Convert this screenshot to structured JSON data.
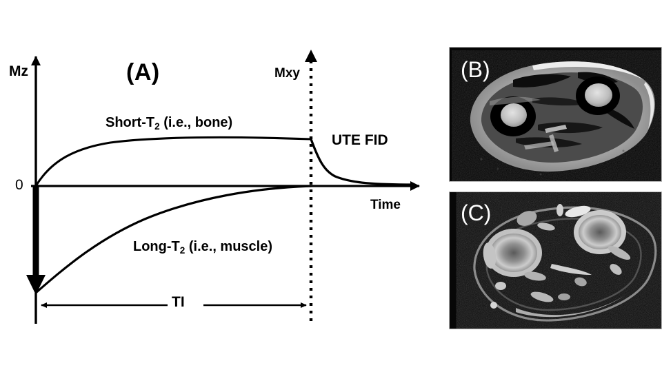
{
  "figure": {
    "panels": [
      {
        "tag": "(A)",
        "kind": "diagram"
      },
      {
        "tag": "(B)",
        "kind": "mri-image"
      },
      {
        "tag": "(C)",
        "kind": "mri-image"
      }
    ]
  },
  "diagram": {
    "panel_label": "(A)",
    "axes": {
      "y_axis_label": "Mz",
      "y_axis_secondary_label": "Mxy",
      "x_axis_label": "Time",
      "origin_label": "0"
    },
    "curves": [
      {
        "name": "short-t2-recovery",
        "label_html": "Short-T<sub>2</sub> (i.e., bone)",
        "label_text": "Short-T2 (i.e., bone)"
      },
      {
        "name": "long-t2-recovery",
        "label_html": "Long-T<sub>2</sub> (i.e., muscle)",
        "label_text": "Long-T2 (i.e., muscle)"
      },
      {
        "name": "ute-fid-decay",
        "label_html": "UTE FID",
        "label_text": "UTE FID"
      }
    ],
    "interval": {
      "label": "TI",
      "description": "inversion time double-headed arrow"
    },
    "colors": {
      "ink": "#000000",
      "background": "#ffffff"
    }
  },
  "images": {
    "panel_b": {
      "tag": "(B)",
      "background": "#000000",
      "description": "axial clinical MR image"
    },
    "panel_c": {
      "tag": "(C)",
      "background": "#000000",
      "description": "axial UTE MR image"
    }
  },
  "chart_data": {
    "type": "line",
    "title": "",
    "xlabel": "Time",
    "ylabel": "Mz",
    "grid": false,
    "legend": "inline-annotations",
    "xlim": [
      0,
      620
    ],
    "ylim": [
      -1.1,
      1.0
    ],
    "annotations": [
      "(A)",
      "Mz",
      "Mxy",
      "0",
      "Time",
      "TI",
      "UTE FID"
    ],
    "series": [
      {
        "name": "Short-T2 (i.e., bone)",
        "comment": "inversion recovery from 0 toward positive plateau; crosses TI at ~0.52",
        "x": [
          52,
          80,
          110,
          150,
          200,
          260,
          320,
          380,
          420,
          451
        ],
        "y": [
          0.0,
          0.17,
          0.27,
          0.36,
          0.43,
          0.48,
          0.5,
          0.515,
          0.52,
          0.525
        ]
      },
      {
        "name": "Long-T2 (i.e., muscle)",
        "comment": "inversion recovery from -1.0 (inverted) reaching null exactly at TI",
        "x": [
          52,
          80,
          110,
          150,
          200,
          260,
          320,
          380,
          420,
          451
        ],
        "y": [
          -1.0,
          -0.73,
          -0.56,
          -0.41,
          -0.28,
          -0.17,
          -0.1,
          -0.05,
          -0.02,
          0.0
        ]
      },
      {
        "name": "UTE FID",
        "comment": "transverse decay after excitation at TI",
        "x": [
          451,
          460,
          470,
          482,
          495,
          510,
          530,
          555,
          580,
          600
        ],
        "y": [
          0.525,
          0.4,
          0.29,
          0.2,
          0.14,
          0.09,
          0.055,
          0.03,
          0.018,
          0.012
        ]
      }
    ]
  }
}
